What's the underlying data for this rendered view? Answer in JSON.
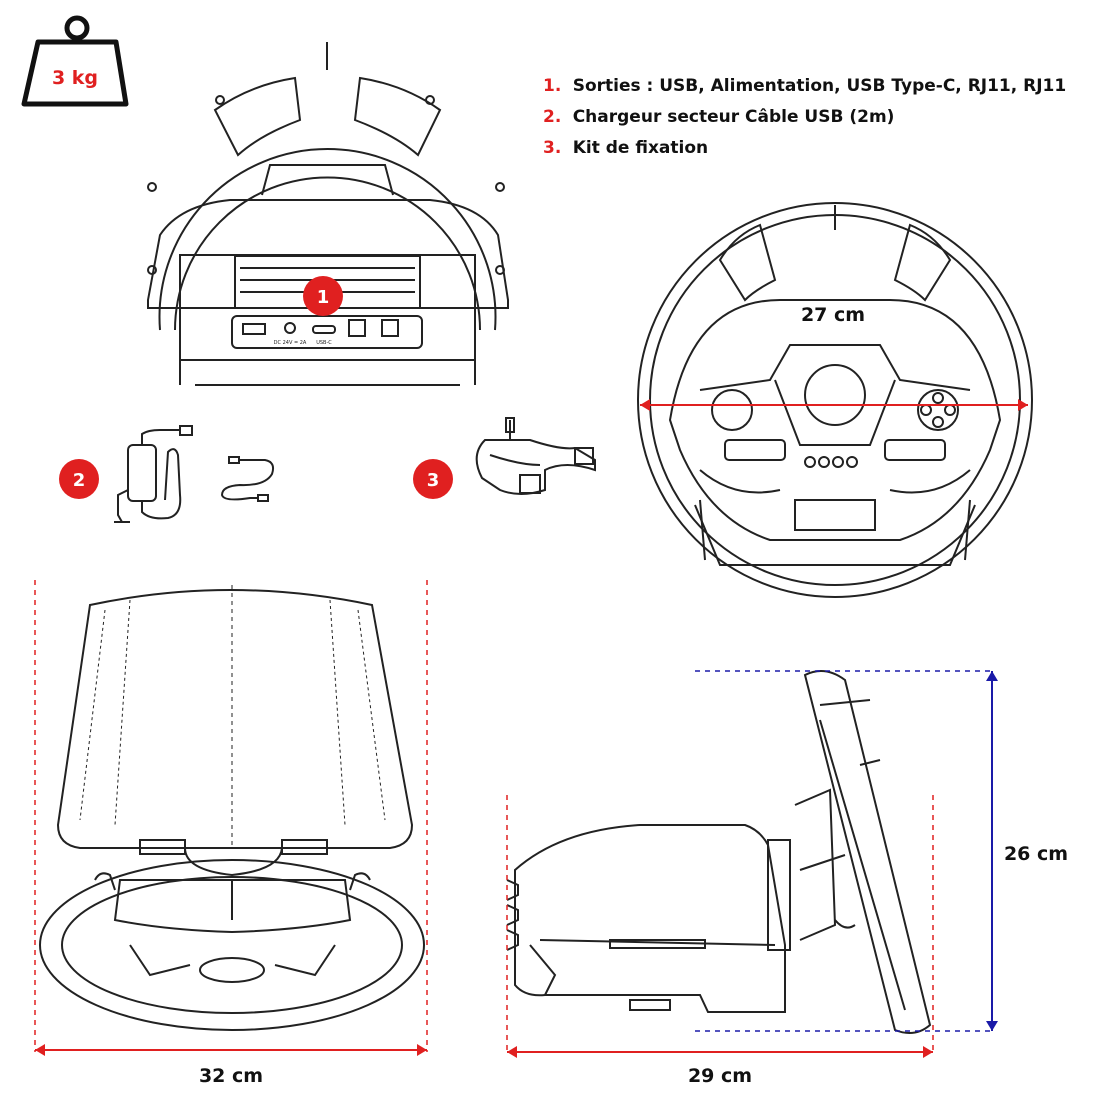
{
  "weight": {
    "label": "3 kg"
  },
  "specs": [
    {
      "num": "1.",
      "text": "Sorties : USB, Alimentation, USB Type-C, RJ11, RJ11"
    },
    {
      "num": "2.",
      "text": "Chargeur secteur Câble USB (2m)"
    },
    {
      "num": "3.",
      "text": "Kit de fixation"
    }
  ],
  "badges": [
    "1",
    "2",
    "3"
  ],
  "port_labels": [
    "DC 24V = 2A",
    "USB-C"
  ],
  "dimensions": {
    "wheel_diameter": "27 cm",
    "width": "32 cm",
    "depth": "29 cm",
    "height": "26 cm"
  },
  "colors": {
    "accent_red": "#e02020",
    "dimension_blue": "#1a1aa8",
    "line_art": "#222222"
  }
}
